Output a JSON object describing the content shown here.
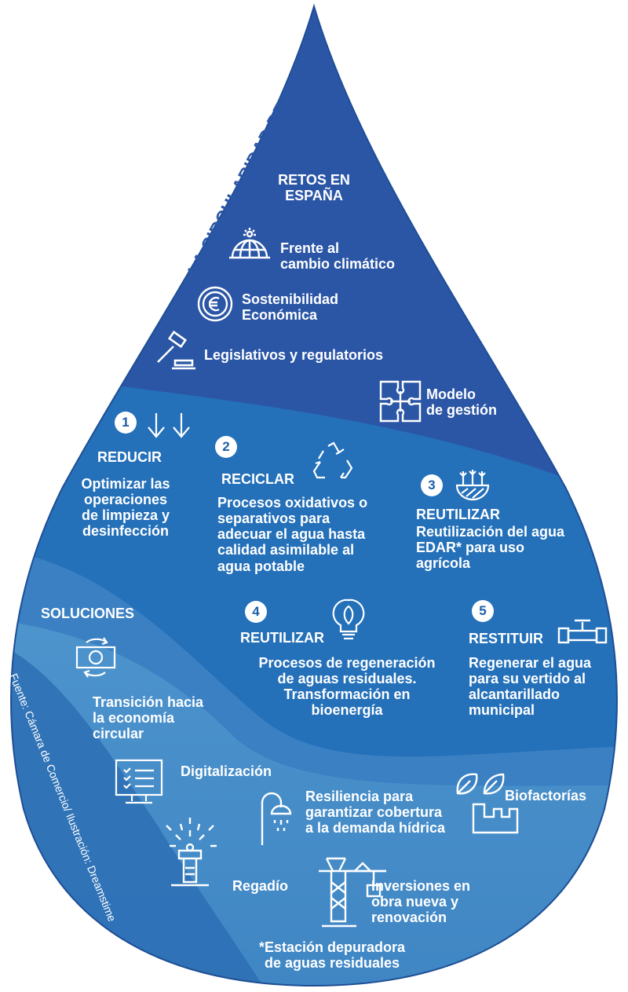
{
  "title": "LA CIRCULARIDAD DEL AGUA",
  "retos": {
    "heading": "RETOS EN\nESPAÑA",
    "items": [
      {
        "icon": "globe-sun-icon",
        "label": "Frente al\ncambio climático"
      },
      {
        "icon": "euro-coin-icon",
        "label": "Sostenibilidad\nEconómica"
      },
      {
        "icon": "gavel-icon",
        "label": "Legislativos y regulatorios"
      },
      {
        "icon": "puzzle-icon",
        "label": "Modelo\nde gestión"
      }
    ]
  },
  "steps": [
    {
      "num": "1",
      "icon": "arrows-down-icon",
      "title": "REDUCIR",
      "text": "Optimizar las\noperaciones\nde limpieza y\ndesinfección"
    },
    {
      "num": "2",
      "icon": "recycle-icon",
      "title": "RECICLAR",
      "text": "Procesos oxidativos o\nseparativos para\nadecuar el agua hasta\ncalidad asimilable al\nagua potable"
    },
    {
      "num": "3",
      "icon": "crops-icon",
      "title": "REUTILIZAR",
      "text": "Reutilización del agua\nEDAR* para uso\nagrícola"
    },
    {
      "num": "4",
      "icon": "lightbulb-leaf-icon",
      "title": "REUTILIZAR",
      "text": "Procesos de regeneración\nde aguas residuales.\nTransformación en\nbioenergía"
    },
    {
      "num": "5",
      "icon": "pipe-valve-icon",
      "title": "RESTITUIR",
      "text": "Regenerar el agua\npara su vertido al\nalcantarillado\nmunicipal"
    }
  ],
  "soluciones": {
    "heading": "SOLUCIONES",
    "items": [
      {
        "icon": "money-cycle-icon",
        "label": "Transición hacia\nla economía\ncircular"
      },
      {
        "icon": "monitor-checklist-icon",
        "label": "Digitalización"
      },
      {
        "icon": "shower-icon",
        "label": "Resiliencia para\ngarantizar cobertura\na la demanda hídrica"
      },
      {
        "icon": "leaves-factory-icon",
        "label": "Biofactorías"
      },
      {
        "icon": "sprinkler-icon",
        "label": "Regadío"
      },
      {
        "icon": "crane-icon",
        "label": "Inversiones en\nobra nueva y\nrenovación"
      }
    ]
  },
  "footnote": "*Estación depuradora\nde aguas residuales",
  "source": "Fuente: Cámara de Comercio/ Ilustración: Dreamstime",
  "colors": {
    "top": "#2f5aa9",
    "middle": "#2170b8",
    "band_left": "#3a7fc2",
    "bottom": "#4f97cf",
    "accent_white": "#ffffff"
  }
}
